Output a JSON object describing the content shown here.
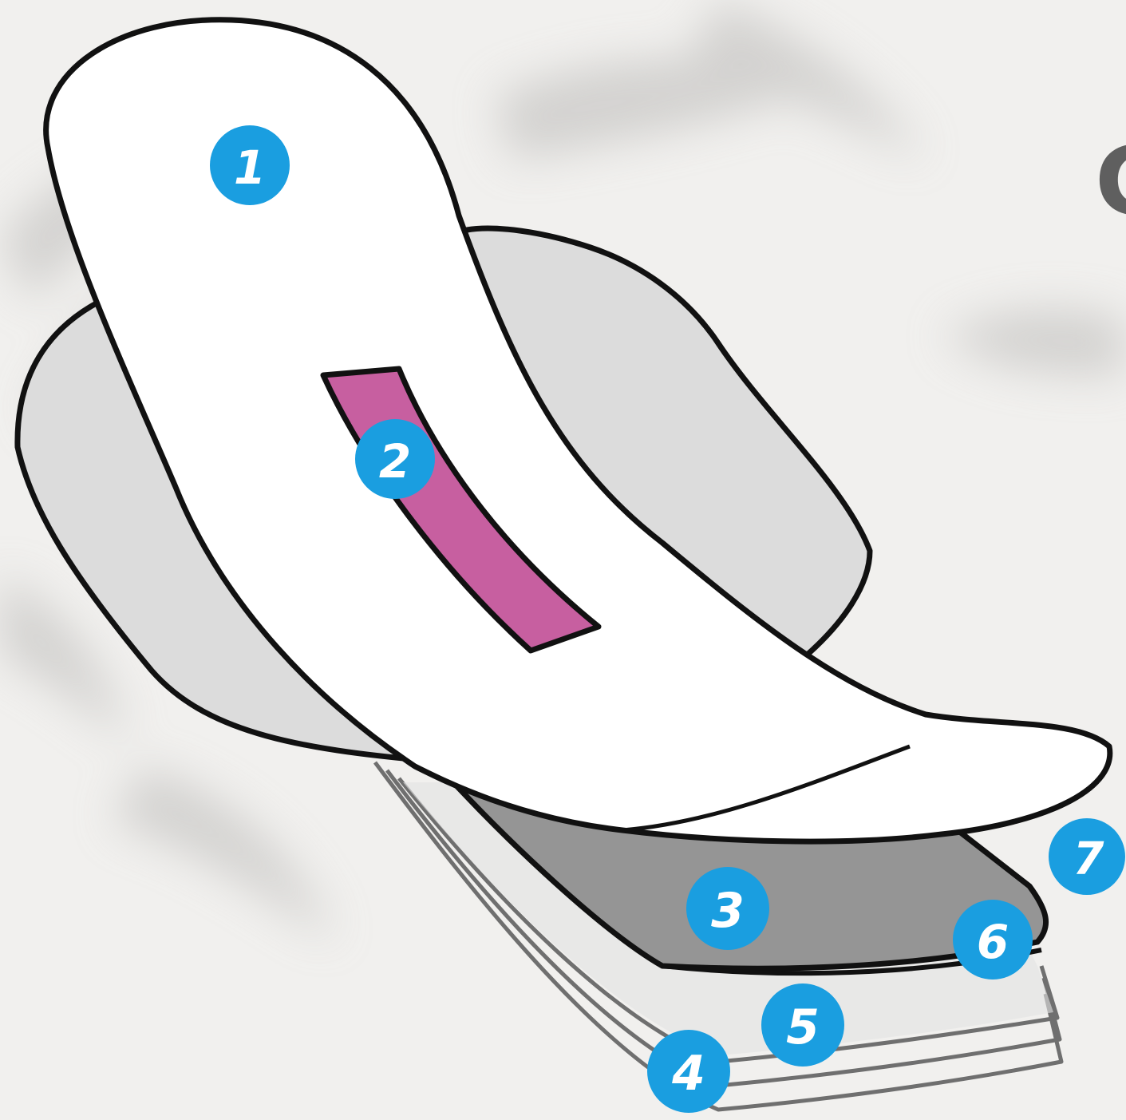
{
  "heading_fragment": "C",
  "badges": [
    "1",
    "2",
    "3",
    "4",
    "5",
    "6",
    "7"
  ],
  "colors": {
    "background": "#f1f0ee",
    "badge": "#1a9ee0",
    "channel": "#c75fa0",
    "pad_top": "#ffffff",
    "wings": "#dcdcdc",
    "core": "#959595",
    "outline": "#111111"
  }
}
